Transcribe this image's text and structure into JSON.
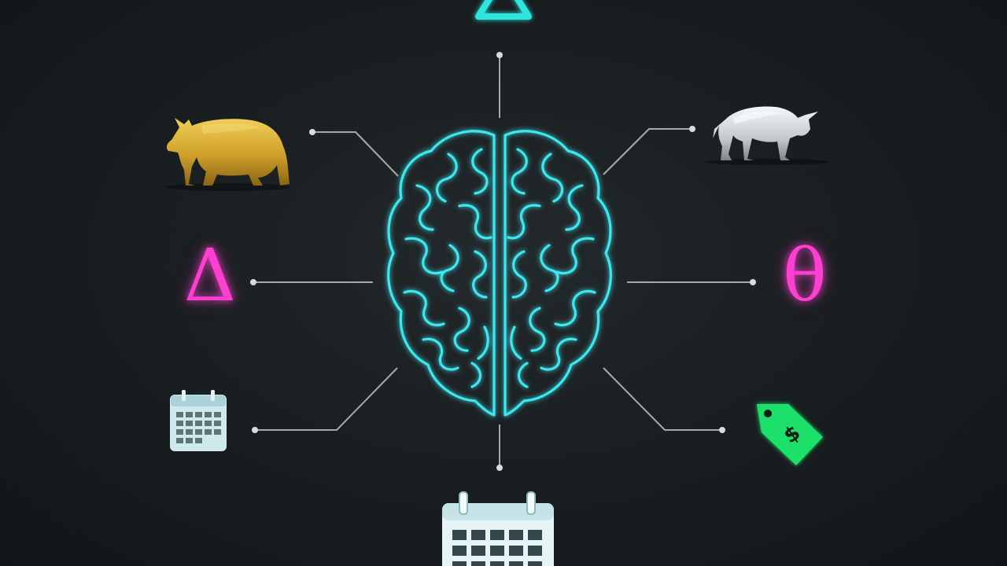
{
  "scene": {
    "center_node": "brain-icon",
    "nodes": [
      {
        "id": "top",
        "icon": "triangle-icon",
        "color": "#2ee6e0"
      },
      {
        "id": "top-left",
        "icon": "bear-icon",
        "color": "#d4a72c"
      },
      {
        "id": "top-right",
        "icon": "bull-icon",
        "color": "#d8dcdf"
      },
      {
        "id": "left",
        "icon": "delta-icon",
        "label": "Δ",
        "color": "#ff3fd2"
      },
      {
        "id": "right",
        "icon": "theta-icon",
        "label": "θ",
        "color": "#ff3fd2"
      },
      {
        "id": "bottom-left",
        "icon": "calendar-icon",
        "color": "#bfe3e6"
      },
      {
        "id": "bottom-right",
        "icon": "price-tag-icon",
        "label": "$",
        "color": "#1fe06a"
      },
      {
        "id": "bottom",
        "icon": "calendar-large-icon",
        "color": "#dff2f3"
      }
    ]
  },
  "colors": {
    "background": "#15191b",
    "brain_glow": "#3de7f0",
    "connector": "#b9c2c6"
  }
}
